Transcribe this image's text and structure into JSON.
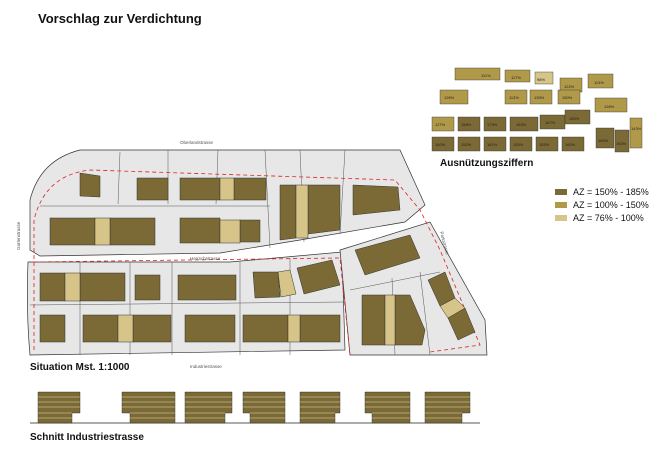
{
  "title": "Vorschlag zur Verdichtung",
  "captions": {
    "ratios": "Ausnützungsziffern",
    "situation": "Situation Mst. 1:1000",
    "section": "Schnitt Industriestrasse"
  },
  "streets": {
    "north": "Oberlandstrasse",
    "west": "Gartenstrasse",
    "middle": "Herrschstrasse",
    "south": "Industriestrasse",
    "east": "Parkstrasse"
  },
  "legend": [
    {
      "label": "AZ = 150% - 185%",
      "color": "#7b6a35"
    },
    {
      "label": "AZ = 100% - 150%",
      "color": "#b09a4a"
    },
    {
      "label": "AZ = 76% - 100%",
      "color": "#d6c489"
    }
  ],
  "az_values": [
    "111%",
    "117%",
    "98%",
    "122%",
    "113%",
    "126%",
    "113%",
    "139%",
    "150%",
    "126%",
    "127%",
    "158%",
    "173%",
    "163%",
    "167%",
    "160%",
    "152%",
    "181%",
    "155%",
    "153%",
    "160%",
    "183%",
    "163%",
    "150%",
    "143%"
  ]
}
